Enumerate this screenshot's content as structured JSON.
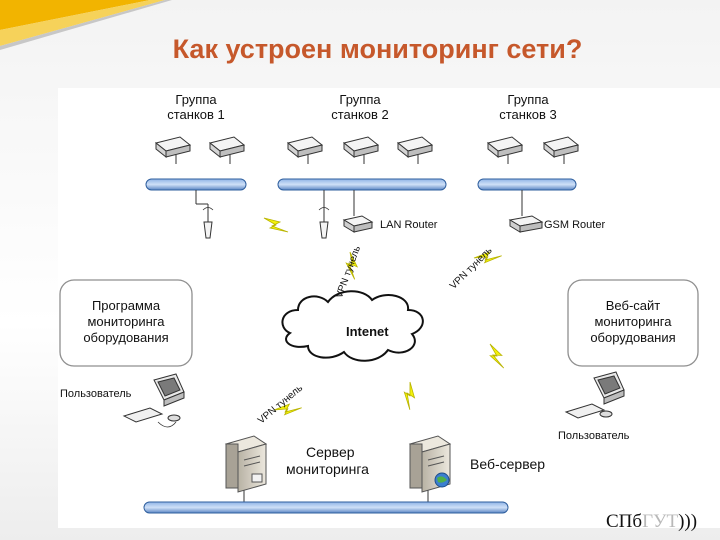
{
  "title": "Как устроен мониторинг сети?",
  "diagram": {
    "groups": [
      {
        "line1": "Группа",
        "line2": "станков 1"
      },
      {
        "line1": "Группа",
        "line2": "станков 2"
      },
      {
        "line1": "Группа",
        "line2": "станков 3"
      }
    ],
    "lan_router": "LAN Router",
    "gsm_router": "GSM Router",
    "internet": "Intenet",
    "vpn_tunnel": "VPN тунель",
    "monitoring_program": {
      "line1": "Программа",
      "line2": "мониторинга",
      "line3": "оборудования"
    },
    "monitoring_website": {
      "line1": "Веб-сайт",
      "line2": "мониторинга",
      "line3": "оборудования"
    },
    "user": "Пользователь",
    "monitoring_server": {
      "line1": "Сервер",
      "line2": "мониторинга"
    },
    "web_server": "Веб-сервер"
  },
  "logo": {
    "main": "СПб",
    "accent": "ГУТ",
    "mark": ")))"
  },
  "colors": {
    "title": "#c6582b",
    "bus": "#2f5f9e",
    "bolt": "#f3f20a",
    "corner": "#f2b400"
  }
}
